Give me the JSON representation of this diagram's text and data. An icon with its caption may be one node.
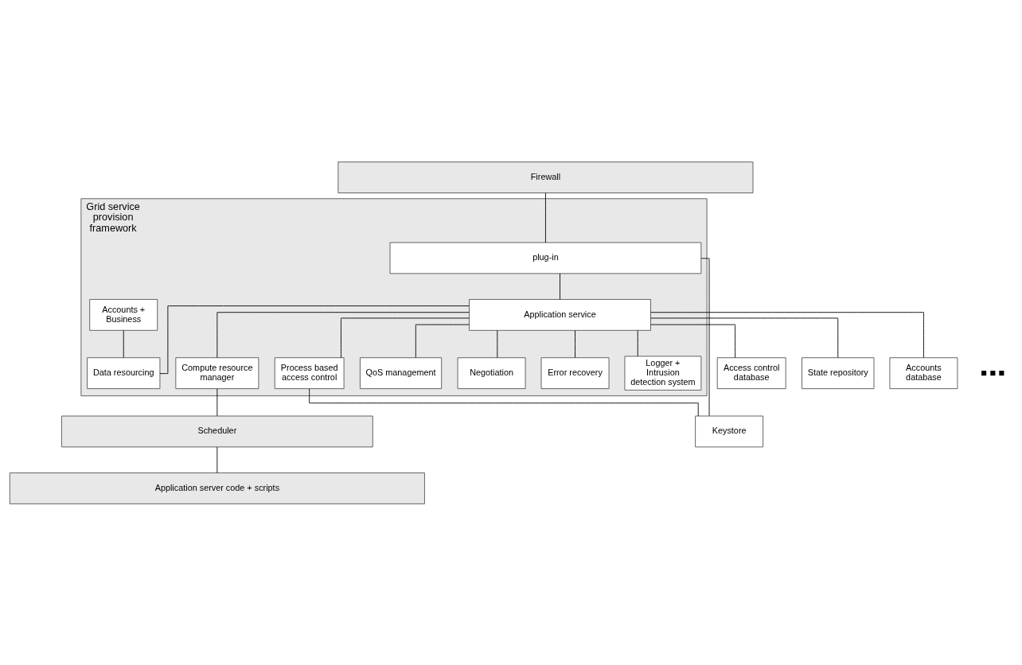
{
  "diagram": {
    "nodes": [
      {
        "text": [
          "Firewall"
        ]
      },
      {
        "text": [
          "Grid service provision framework"
        ]
      },
      {
        "text": [
          "plug-in"
        ],
        "in": 1
      },
      {
        "text": [
          "Keystore"
        ]
      },
      {
        "text": [
          "Application service"
        ],
        "in": 1
      },
      {
        "text": [
          "Logger + Intrusion detection system"
        ],
        "in": 1
      },
      {
        "text": [
          "Process based access control"
        ],
        "in": 1
      },
      {
        "text": [
          "Accounts + Business"
        ],
        "in": 1
      },
      {
        "text": [
          "Compute resource manager"
        ],
        "in": 1
      },
      {
        "text": [
          "QoS management"
        ],
        "in": 1
      },
      {
        "text": [
          "Negotiation"
        ],
        "in": 1
      },
      {
        "text": [
          "Error recovery"
        ],
        "in": 1
      },
      {
        "text": [
          "Data resourcing"
        ],
        "in": 1
      },
      {
        "text": [
          "Access control database"
        ]
      },
      {
        "text": [
          "State repository"
        ]
      },
      {
        "text": [
          "Accounts database"
        ]
      },
      {
        "text": [
          "Scheduler"
        ]
      },
      {
        "text": [
          "Application server code + scripts"
        ]
      }
    ],
    "edges": [
      {
        "from": 0,
        "to": 2,
        "arrow": "none"
      },
      {
        "from": 2,
        "to": 3,
        "arrow": "none"
      },
      {
        "from": 2,
        "to": 4,
        "arrow": "none"
      },
      {
        "from": 6,
        "to": 3,
        "arrow": "none"
      },
      {
        "from": 4,
        "to": 5,
        "arrow": "none"
      },
      {
        "from": 4,
        "to": 6,
        "arrow": "none"
      },
      {
        "from": 4,
        "to": 8,
        "arrow": "none"
      },
      {
        "from": 4,
        "to": 9,
        "arrow": "none"
      },
      {
        "from": 4,
        "to": 10,
        "arrow": "none"
      },
      {
        "from": 4,
        "to": 11,
        "arrow": "none"
      },
      {
        "from": 4,
        "to": 12,
        "arrow": "none"
      },
      {
        "from": 7,
        "to": 12,
        "arrow": "none"
      },
      {
        "from": 4,
        "to": 13,
        "arrow": "none"
      },
      {
        "from": 4,
        "to": 14,
        "arrow": "none"
      },
      {
        "from": 4,
        "to": 15,
        "arrow": "none"
      },
      {
        "from": 8,
        "to": 16,
        "arrow": "none"
      },
      {
        "from": 16,
        "to": 17,
        "arrow": "none"
      }
    ],
    "labels": [
      "■ ■ ■"
    ]
  }
}
